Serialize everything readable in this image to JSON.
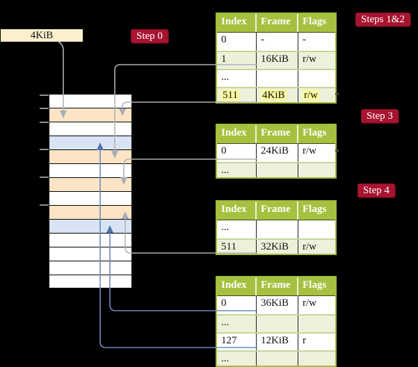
{
  "frame_box": {
    "label": "4KiB"
  },
  "step_labels": [
    {
      "id": "step-0",
      "text": "Step 0"
    },
    {
      "id": "steps-1-2",
      "text": "Steps 1&2"
    },
    {
      "id": "step-3",
      "text": "Step 3"
    },
    {
      "id": "step-4",
      "text": "Step 4"
    }
  ],
  "tables": [
    {
      "name": "page-table-steps-1-2",
      "headers": [
        "Index",
        "Frame",
        "Flags"
      ],
      "rows": [
        {
          "cells": [
            "0",
            "-",
            "-"
          ],
          "shaded": false,
          "highlight": false
        },
        {
          "cells": [
            "1",
            "16KiB",
            "r/w"
          ],
          "shaded": true,
          "highlight": false
        },
        {
          "cells": [
            "...",
            "",
            ""
          ],
          "shaded": false,
          "highlight": false
        },
        {
          "cells": [
            "511",
            "4KiB",
            "r/w"
          ],
          "shaded": true,
          "highlight": true
        }
      ]
    },
    {
      "name": "page-table-step-3",
      "headers": [
        "Index",
        "Frame",
        "Flags"
      ],
      "rows": [
        {
          "cells": [
            "0",
            "24KiB",
            "r/w"
          ],
          "shaded": false,
          "highlight": false
        },
        {
          "cells": [
            "...",
            "",
            ""
          ],
          "shaded": true,
          "highlight": false
        }
      ]
    },
    {
      "name": "page-table-step-4",
      "headers": [
        "Index",
        "Frame",
        "Flags"
      ],
      "rows": [
        {
          "cells": [
            "...",
            "",
            ""
          ],
          "shaded": false,
          "highlight": false
        },
        {
          "cells": [
            "511",
            "32KiB",
            "r/w"
          ],
          "shaded": true,
          "highlight": false
        }
      ]
    },
    {
      "name": "page-table-final",
      "headers": [
        "Index",
        "Frame",
        "Flags"
      ],
      "rows": [
        {
          "cells": [
            "0",
            "36KiB",
            "r/w"
          ],
          "shaded": false,
          "highlight": false
        },
        {
          "cells": [
            "...",
            "",
            ""
          ],
          "shaded": true,
          "highlight": false
        },
        {
          "cells": [
            "127",
            "12KiB",
            "r"
          ],
          "shaded": false,
          "highlight": false
        },
        {
          "cells": [
            "...",
            "",
            ""
          ],
          "shaded": true,
          "highlight": false
        }
      ]
    }
  ],
  "memory_strip": {
    "rows": [
      "white",
      "peach",
      "white",
      "blue",
      "peach",
      "white",
      "peach",
      "white",
      "peach",
      "blue",
      "white",
      "white",
      "white",
      "white"
    ]
  },
  "colors": {
    "bg": "#000000",
    "cream": "#fcf0cc",
    "crimson": "#a81430",
    "header_green": "#a5c13f",
    "table_border": "#a2bd3a",
    "row_green": "#edf1db",
    "row_sep": "#c3d69a",
    "cell_sep": "#1c1c1c",
    "highlight": "#fbfa9e",
    "peach": "#fce4c4",
    "blue_row": "#d8e4f4",
    "line_gray": "#b2b2b2",
    "arrow_gray": "#a7aeb8",
    "line_blue": "#6c8bbf",
    "arrow_blue": "#5173ac",
    "tick_gray": "#8f8f8f"
  }
}
